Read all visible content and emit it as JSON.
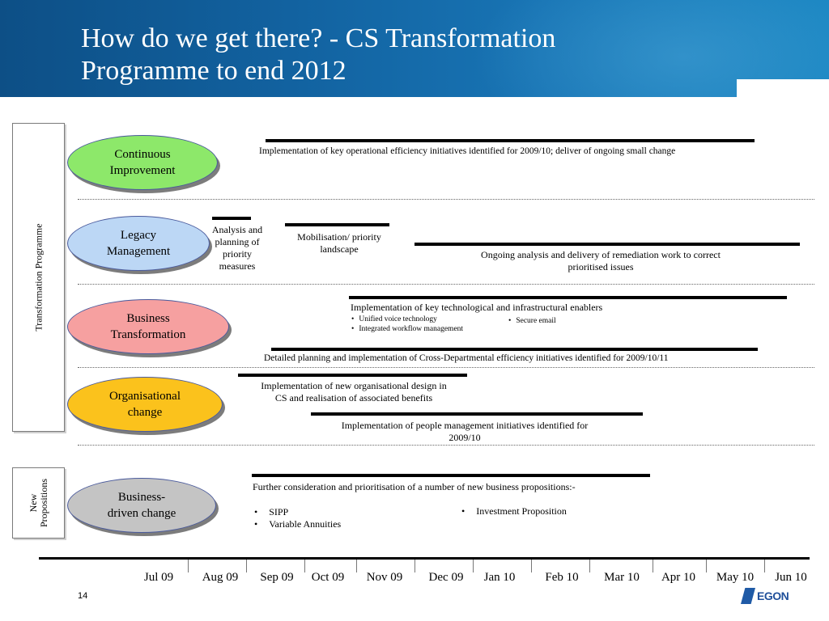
{
  "title_line1": "How do we get there? - CS Transformation",
  "title_line2": "Programme to end 2012",
  "side_labels": {
    "transformation": "Transformation Programme",
    "new_prop_line1": "New",
    "new_prop_line2": "Propositions"
  },
  "ellipses": [
    {
      "line1": "Continuous",
      "line2": "Improvement",
      "color": "#8de86a"
    },
    {
      "line1": "Legacy",
      "line2": "Management",
      "color": "#bcd7f5"
    },
    {
      "line1": "Business",
      "line2": "Transformation",
      "color": "#f6a0a0"
    },
    {
      "line1": "Organisational",
      "line2": "change",
      "color": "#fbc21c"
    },
    {
      "line1": "Business-",
      "line2": "driven change",
      "color": "#c4c4c4"
    }
  ],
  "tasks": {
    "ci": "Implementation of key operational efficiency initiatives identified for 2009/10; deliver of ongoing small change",
    "lm_analysis": [
      "Analysis and",
      "planning of",
      "priority",
      "measures"
    ],
    "lm_mobilisation": [
      "Mobilisation/ priority",
      "landscape"
    ],
    "lm_ongoing": [
      "Ongoing analysis and delivery of  remediation work to correct",
      "prioritised issues"
    ],
    "bt_tech": "Implementation of key technological and infrastructural enablers",
    "bt_bullets_left": [
      "Unified voice technology",
      "Integrated workflow management"
    ],
    "bt_bullets_right": [
      "Secure email"
    ],
    "bt_cross": "Detailed planning and implementation of Cross-Departmental efficiency initiatives identified for 2009/10/11",
    "oc_design": [
      "Implementation of new organisational design in",
      "CS and realisation of associated benefits"
    ],
    "oc_people": [
      "Implementation of people management initiatives identified for",
      "2009/10"
    ],
    "np_intro": "Further consideration and prioritisation of a number of new business propositions:-",
    "np_left": [
      "SIPP",
      "Variable Annuities"
    ],
    "np_right": [
      "Investment Proposition"
    ]
  },
  "months": [
    "Jul 09",
    "Aug 09",
    "Sep 09",
    "Oct 09",
    "Nov 09",
    "Dec 09",
    "Jan 10",
    "Feb 10",
    "Mar 10",
    "Apr 10",
    "May 10",
    "Jun 10"
  ],
  "page_number": "14",
  "logo_text": "EGON"
}
